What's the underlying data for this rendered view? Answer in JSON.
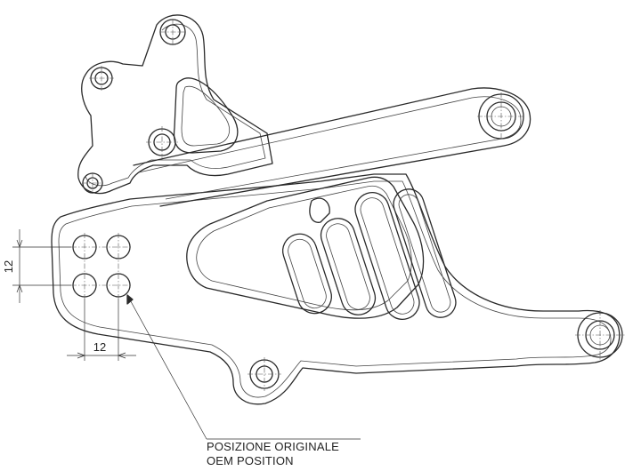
{
  "drawing": {
    "dimensions": {
      "vertical_spacing": "12",
      "horizontal_spacing": "12"
    },
    "callout": {
      "line1": "POSIZIONE ORIGINALE",
      "line2": "OEM POSITION"
    },
    "colors": {
      "line": "#2a2a2a",
      "background": "#ffffff"
    }
  }
}
